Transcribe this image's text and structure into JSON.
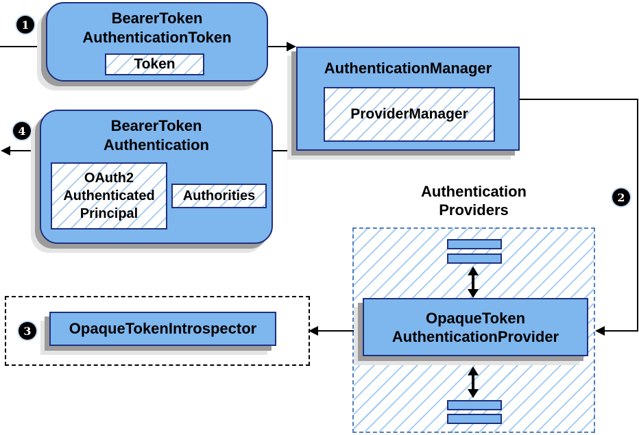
{
  "badges": {
    "step1": "1",
    "step2": "2",
    "step3": "3",
    "step4": "4"
  },
  "nodes": {
    "bearer_token_authentication_token": {
      "title_lines": [
        "BearerToken",
        "AuthenticationToken"
      ],
      "token_label": "Token"
    },
    "authentication_manager": {
      "title": "AuthenticationManager",
      "provider_manager_label": "ProviderManager"
    },
    "bearer_token_authentication": {
      "title_lines": [
        "BearerToken",
        "Authentication"
      ],
      "principal_lines": [
        "OAuth2",
        "Authenticated",
        "Principal"
      ],
      "authorities_label": "Authorities"
    },
    "authentication_providers_group": {
      "label_lines": [
        "Authentication",
        "Providers"
      ]
    },
    "opaque_token_authentication_provider": {
      "title_lines": [
        "OpaqueToken",
        "AuthenticationProvider"
      ]
    },
    "opaque_token_introspector": {
      "title": "OpaqueTokenIntrospector"
    }
  },
  "colors": {
    "box_fill": "#7eb6ee",
    "box_border": "#1e2f7d",
    "hatch_line": "#a3c8ef",
    "providers_dash_border": "#4d7dbc",
    "introspector_dash_border": "#000000",
    "shadow_dark": "#9c9c9c",
    "shadow_light": "#e4e4e4",
    "connector": "#000000",
    "badge_bg": "#000000",
    "badge_text": "#ffffff"
  }
}
